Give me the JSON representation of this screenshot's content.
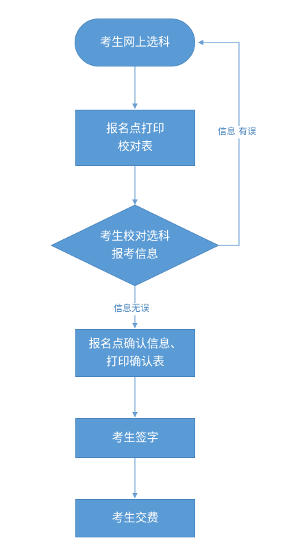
{
  "diagram": {
    "nodes": {
      "start": "考生网上选科",
      "print_check_line1": "报名点打印",
      "print_check_line2": "校对表",
      "verify_line1": "考生校对选科",
      "verify_line2": "报考信息",
      "confirm_line1": "报名点确认信息、",
      "confirm_line2": "打印确认表",
      "sign": "考生签字",
      "pay": "考生交费"
    },
    "edges": {
      "info_error": "信息 有误",
      "info_ok": "信息无误"
    },
    "colors": {
      "node_fill": "#5B9BD5",
      "node_border": "#4A86BE",
      "connector": "#6A9FD4",
      "node_text": "#ffffff"
    }
  }
}
